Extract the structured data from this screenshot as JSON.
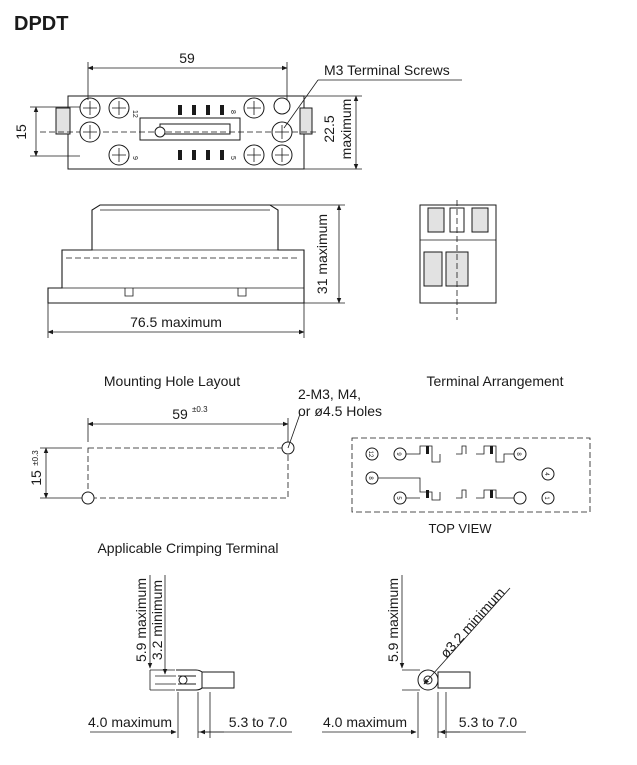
{
  "title": "DPDT",
  "top_view": {
    "dim_width": "59",
    "dim_height_left": "15",
    "dim_height_right": "22.5",
    "dim_height_right_note": "maximum",
    "callout": "M3 Terminal Screws",
    "pin_labels": [
      "12",
      "8",
      "9",
      "5"
    ]
  },
  "side_view": {
    "dim_height": "31 maximum",
    "dim_length": "76.5 maximum"
  },
  "mounting": {
    "heading": "Mounting Hole Layout",
    "dim_width": "59",
    "dim_width_tol": "±0.3",
    "dim_height": "15",
    "dim_height_tol": "±0.3",
    "hole_note_1": "2-M3, M4,",
    "hole_note_2": "or ø4.5 Holes"
  },
  "terminals": {
    "heading": "Terminal Arrangement",
    "caption": "TOP VIEW",
    "numbers": [
      "12",
      "9",
      "8",
      "4",
      "8",
      "5",
      "1"
    ]
  },
  "crimping": {
    "heading": "Applicable Crimping Terminal",
    "left": {
      "dim_a": "5.9 maximum",
      "dim_b": "3.2 minimum",
      "dim_c": "4.0 maximum",
      "dim_d": "5.3 to 7.0"
    },
    "right": {
      "dim_a": "5.9 maximum",
      "dim_b": "ø3.2 minimum",
      "dim_c": "4.0 maximum",
      "dim_d": "5.3 to 7.0"
    }
  }
}
